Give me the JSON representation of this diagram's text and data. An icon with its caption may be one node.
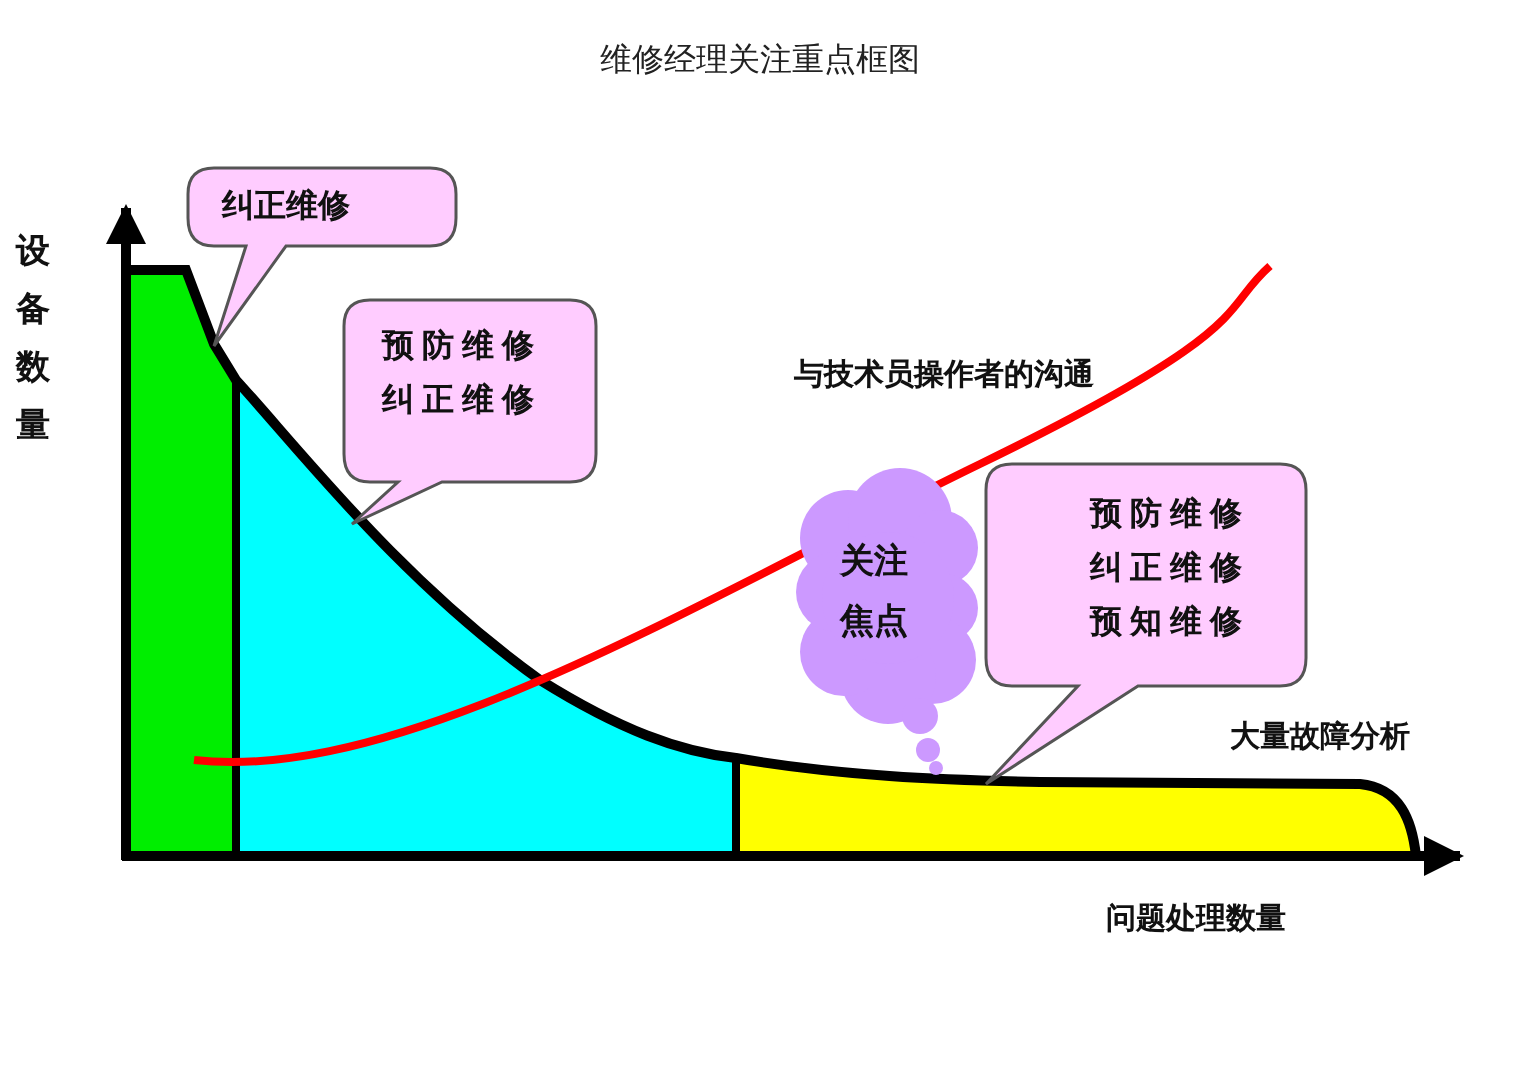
{
  "diagram": {
    "title": "维修经理关注重点框图",
    "nodes": [
      {
        "text": [
          "纠正维修"
        ]
      },
      {
        "text": [
          "预防维修",
          "纠正维修"
        ]
      },
      {
        "text": [
          "关注焦点"
        ]
      },
      {
        "text": [
          "预防维修",
          "纠正维修",
          "预知维修"
        ]
      }
    ],
    "edges": [],
    "labels": [
      "设备数量",
      "与技术员操作者的沟通",
      "大量故障分析",
      "问题处理数量"
    ]
  }
}
